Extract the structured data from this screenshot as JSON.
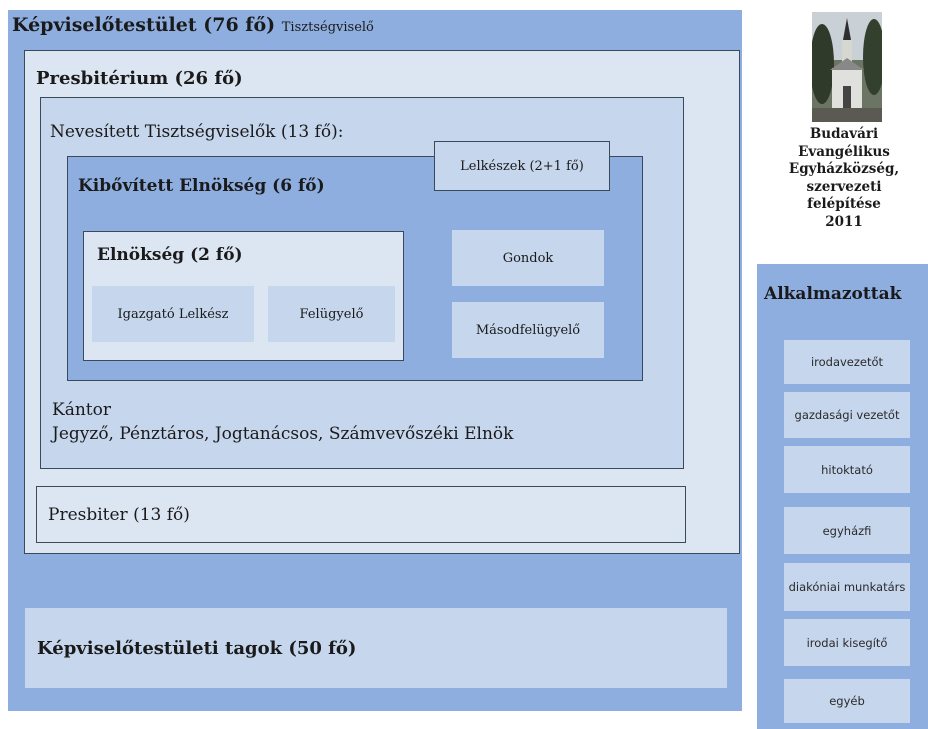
{
  "main": {
    "title": "Képviselőtestület  (76 fő)",
    "title_small": "Tisztségviselő",
    "presbiterium": "Presbitérium (26 fő)",
    "nevesitett": "Nevesített Tisztségviselők (13 fő):",
    "lelkeszek": "Lelkészek (2+1 fő)",
    "kibovitett": "Kibővített Elnökség (6 fő)",
    "elnokseg": "Elnökség (2 fő)",
    "igazgato": "Igazgató Lelkész",
    "felugyelo": "Felügyelő",
    "gondok": "Gondok",
    "masodfelugyelo": "Másodfelügyelő",
    "kantor": "Kántor",
    "jegyzo": "Jegyző, Pénztáros, Jogtanácsos, Számvevőszéki Elnök",
    "presbiter": "Presbiter (13 fő)",
    "tagok": "Képviselőtestületi tagok (50 fő)"
  },
  "caption": {
    "line1": "Budavári",
    "line2": "Evangélikus",
    "line3": "Egyházközség,",
    "line4": "szervezeti",
    "line5": "felépítése",
    "line6": "2011"
  },
  "alkalmazottak": {
    "title": "Alkalmazottak",
    "items": [
      "irodavezetőt",
      "gazdasági vezetőt",
      "hitoktató",
      "egyházfi",
      "diakóniai munkatárs",
      "irodai kisegítő",
      "egyéb"
    ]
  },
  "colors": {
    "dark_blue": "#8eaedf",
    "mid_blue": "#c6d6ed",
    "light_blue": "#dce6f3"
  }
}
